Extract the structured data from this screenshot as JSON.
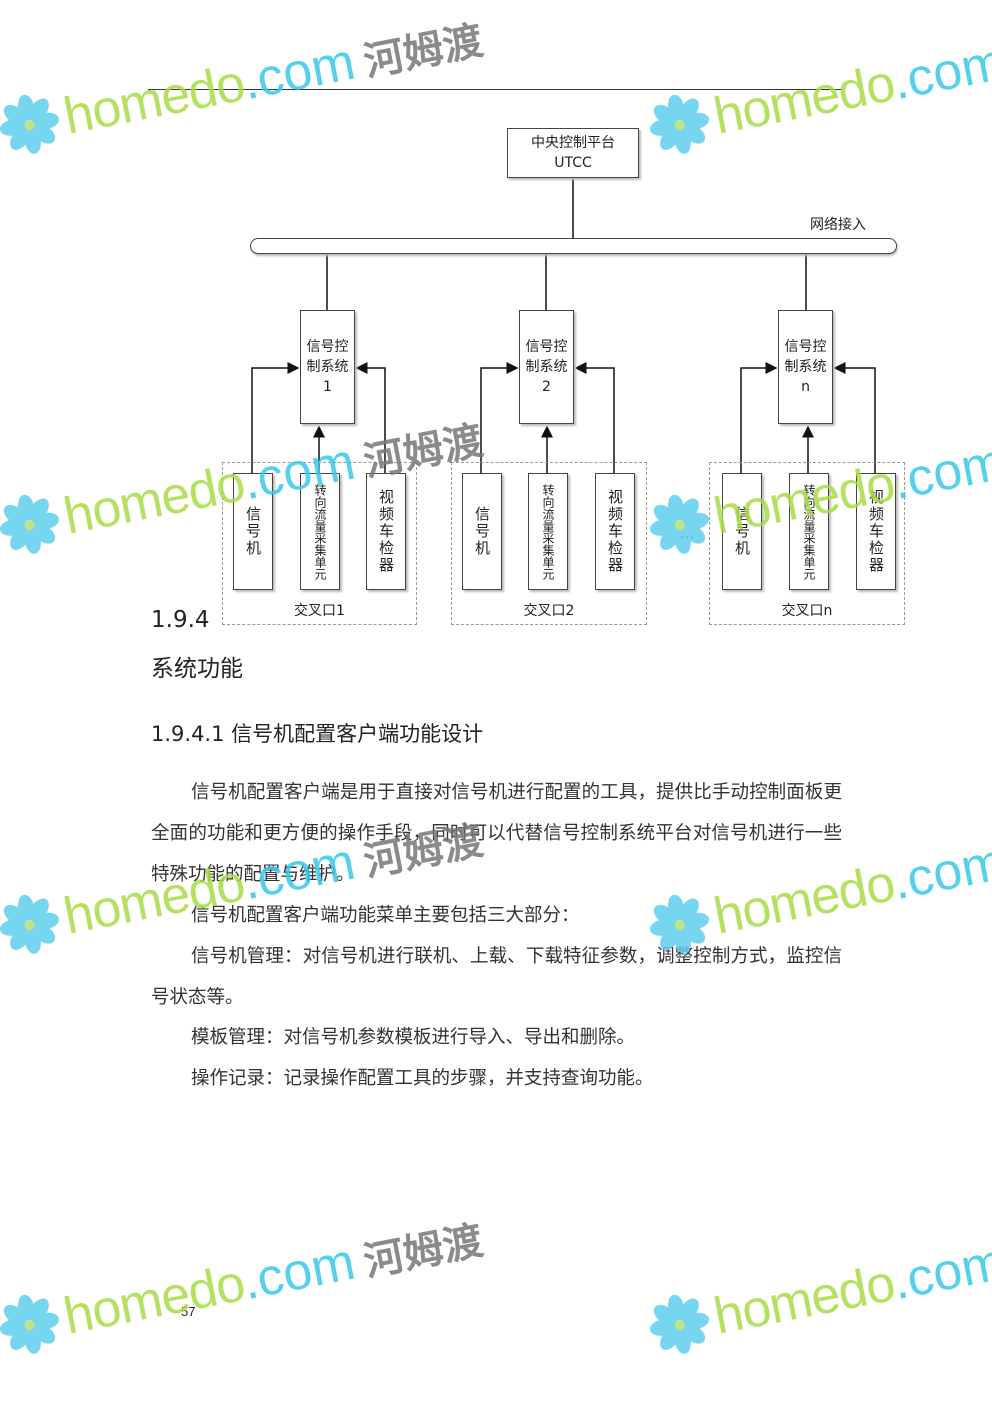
{
  "diagram": {
    "center": {
      "line1": "中央控制平台",
      "line2": "UTCC"
    },
    "network_label": "网络接入",
    "ellipsis": "…",
    "groups": [
      {
        "system": "信号控制系统1",
        "signal": "信号机",
        "flow": "转向流量采集单元",
        "video": "视频车检器",
        "label": "交叉口1"
      },
      {
        "system": "信号控制系统2",
        "signal": "信号机",
        "flow": "转向流量采集单元",
        "video": "视频车检器",
        "label": "交叉口2"
      },
      {
        "system": "信号控制系统n",
        "signal": "信号机",
        "flow": "转向流量采集单元",
        "video": "视频车检器",
        "label": "交叉口n"
      }
    ]
  },
  "section": {
    "number": "1.9.4",
    "title": "系统功能",
    "subsection": "1.9.4.1 信号机配置客户端功能设计"
  },
  "paragraphs": [
    "信号机配置客户端是用于直接对信号机进行配置的工具，提供比手动控制面板更全面的功能和更方便的操作手段，同时可以代替信号控制系统平台对信号机进行一些特殊功能的配置与维护。",
    "信号机配置客户端功能菜单主要包括三大部分：",
    "信号机管理：对信号机进行联机、上载、下载特征参数，调整控制方式，监控信号状态等。",
    "模板管理：对信号机参数模板进行导入、导出和删除。",
    "操作记录：记录操作配置工具的步骤，并支持查询功能。"
  ],
  "page_number": "57",
  "watermark": {
    "brand": "homedo",
    "domain": ".com",
    "cn": "河姆渡"
  }
}
